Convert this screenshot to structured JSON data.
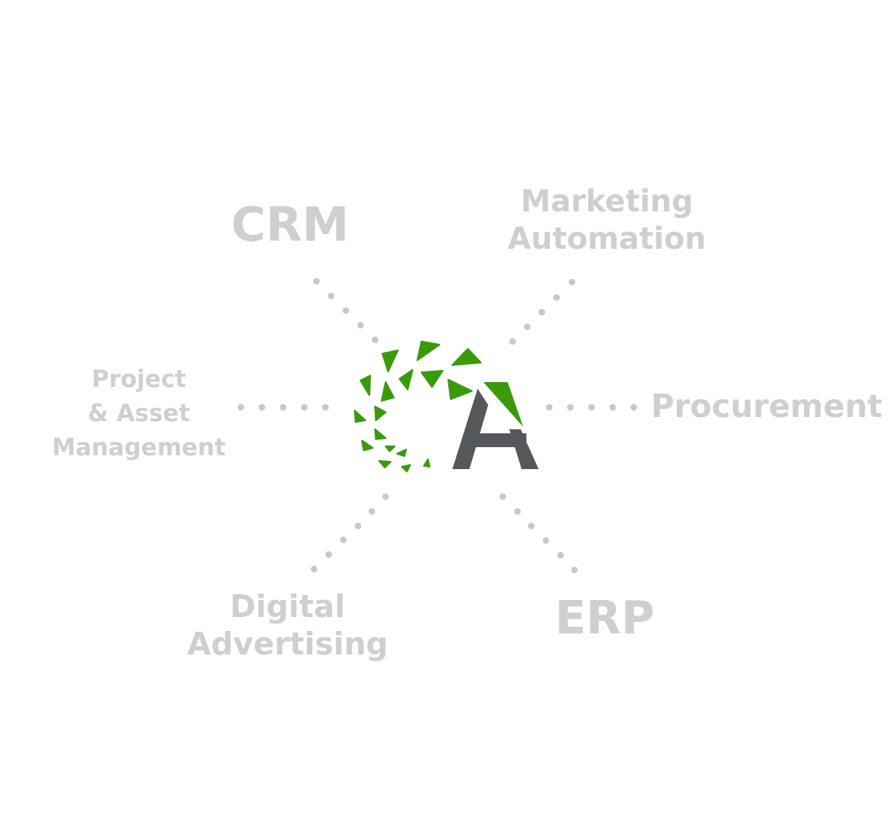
{
  "nodes": {
    "crm": [
      "CRM"
    ],
    "marketing_automation": [
      "Marketing",
      "Automation"
    ],
    "procurement": [
      "Procurement"
    ],
    "project_asset_management": [
      "Project",
      "& Asset",
      "Management"
    ],
    "digital_advertising": [
      "Digital",
      "Advertising"
    ],
    "erp": [
      "ERP"
    ]
  },
  "colors": {
    "label": "#cfcfcf",
    "dots": "#c8c8c8",
    "logo_green": "#3a9a0c",
    "logo_gray": "#55585a"
  },
  "icons": {
    "center": "green-triangle-swirl-letter-a-logo"
  }
}
